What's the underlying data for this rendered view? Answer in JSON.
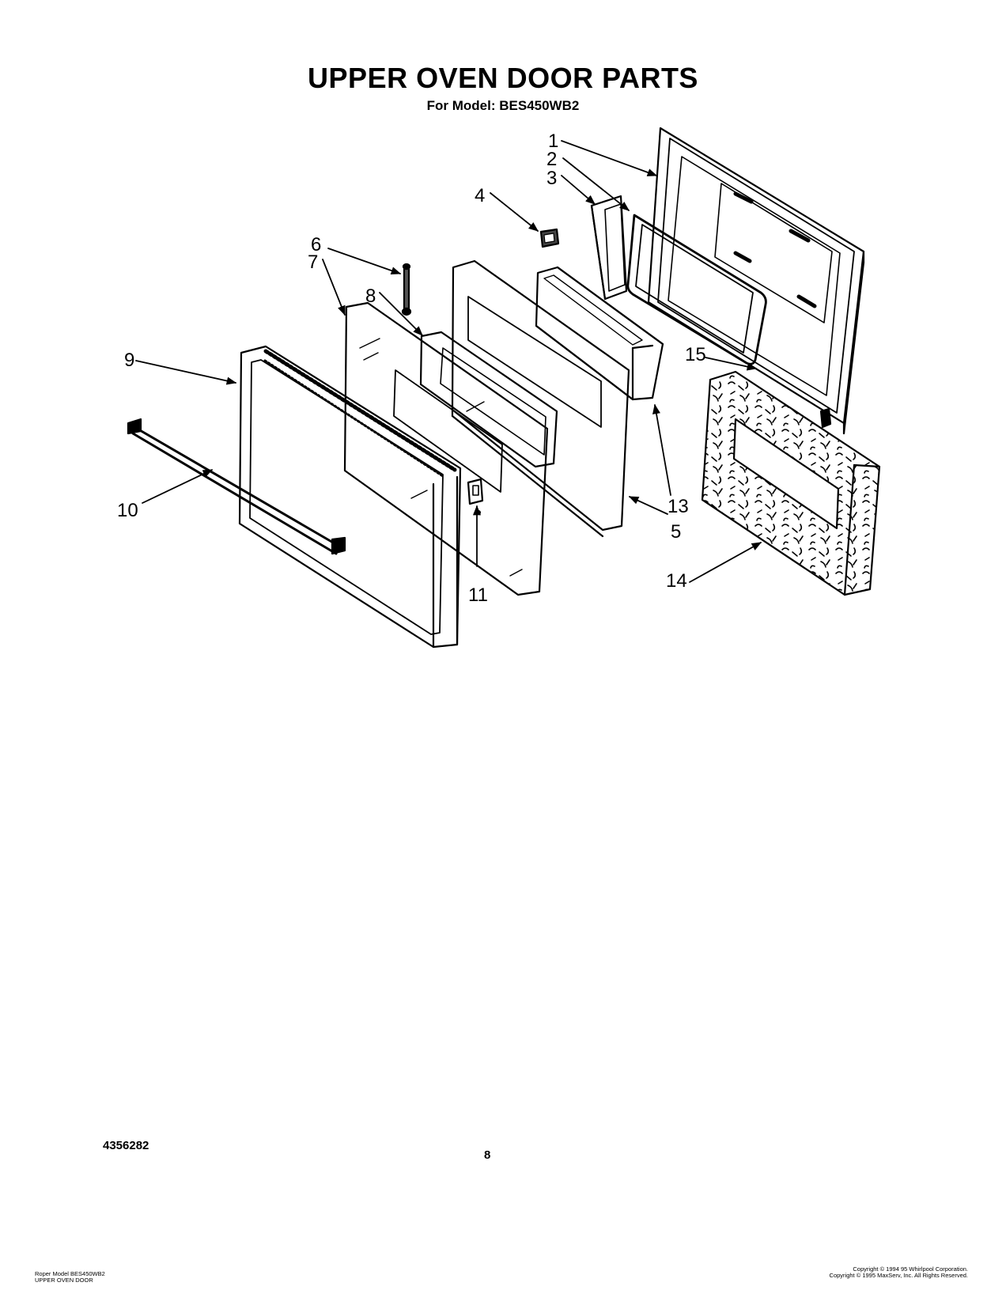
{
  "header": {
    "title": "UPPER OVEN DOOR PARTS",
    "model_line": "For Model: BES450WB2"
  },
  "callouts": [
    "1",
    "2",
    "3",
    "4",
    "5",
    "6",
    "7",
    "8",
    "9",
    "10",
    "11",
    "13",
    "14",
    "15"
  ],
  "footer": {
    "doc_number": "4356282",
    "page_number": "8",
    "left_line1": "Roper Model BES450WB2",
    "left_line2": "UPPER OVEN DOOR",
    "right_line1": "Copyright © 1994 95 Whirlpool Corporation.",
    "right_line2": "Copyright © 1995 MaxServ, Inc.  All Rights Reserved."
  }
}
